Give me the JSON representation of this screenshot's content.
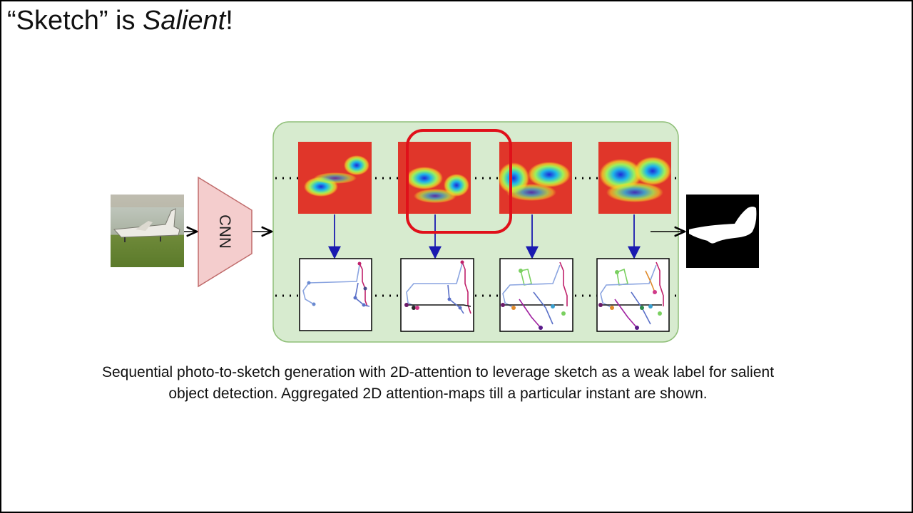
{
  "title": {
    "quote_part": "“Sketch” is ",
    "italic_part": "Salient",
    "exclaim": "!"
  },
  "diagram": {
    "cnn_label": "CNN",
    "container_color": "#d7ebcf",
    "container_border": "#8fbf78",
    "cnn_fill": "#f4cdcd",
    "cnn_stroke": "#c06b6b",
    "highlight_color": "#e0101a",
    "arrow_color": "#1a1ab0",
    "steps": 4,
    "highlighted_step": 2
  },
  "caption": "Sequential photo-to-sketch generation with 2D-attention to leverage sketch as a weak label for salient object detection. Aggregated 2D attention-maps till a particular instant are shown."
}
